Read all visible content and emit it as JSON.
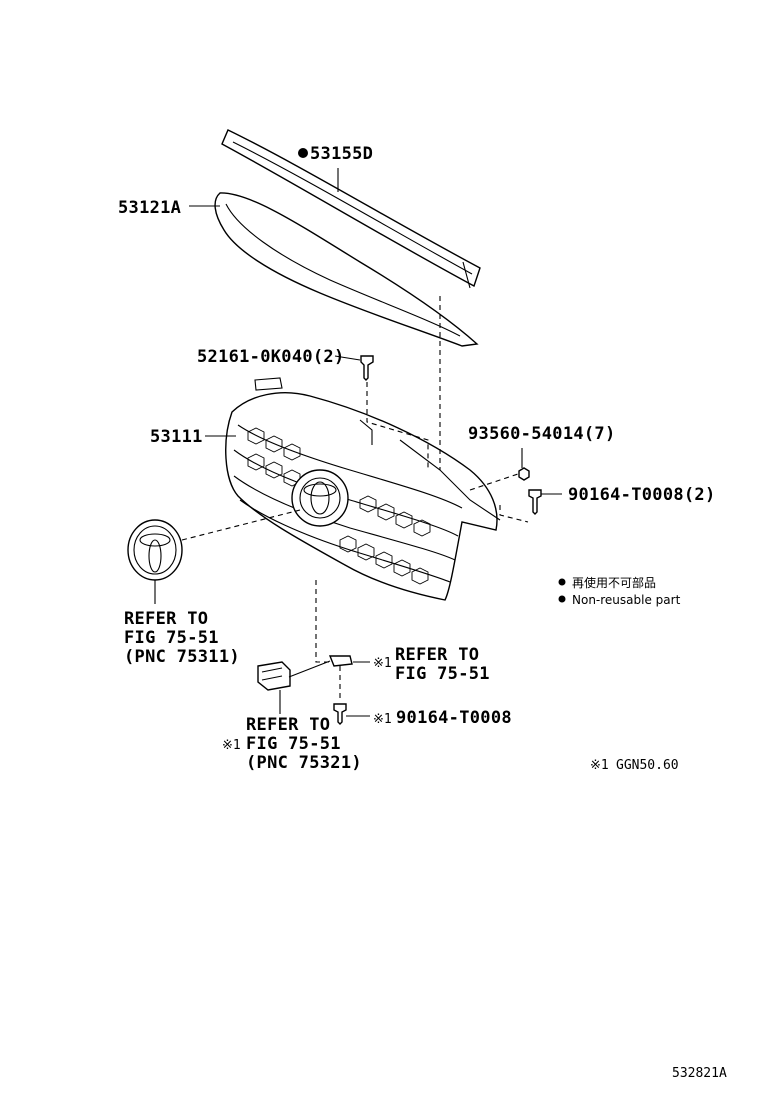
{
  "labels": {
    "part_53155d": "53155D",
    "part_53121a": "53121A",
    "part_52161": "52161-0K040(2)",
    "part_53111": "53111",
    "part_93560": "93560-54014(7)",
    "part_90164_a": "90164-T0008(2)",
    "legend_jp": "再使用不可部品",
    "legend_en": "Non-reusable part",
    "refer1_line1": "REFER TO",
    "refer1_line2": "FIG 75-51",
    "refer1_line3": "(PNC 75311)",
    "refer2_mark": "※1",
    "refer2_line1": "REFER TO",
    "refer2_line2": "FIG 75-51",
    "refer3_mark": "※1",
    "refer3_line1": "REFER TO",
    "refer3_line2": "FIG 75-51",
    "refer3_line3": "(PNC 75321)",
    "part_90164_b_mark": "※1",
    "part_90164_b": "90164-T0008",
    "footnote_mark": "※1",
    "footnote_text": "GGN50.60",
    "diagram_id": "532821A"
  },
  "colors": {
    "ink": "#000000",
    "paper": "#ffffff"
  }
}
